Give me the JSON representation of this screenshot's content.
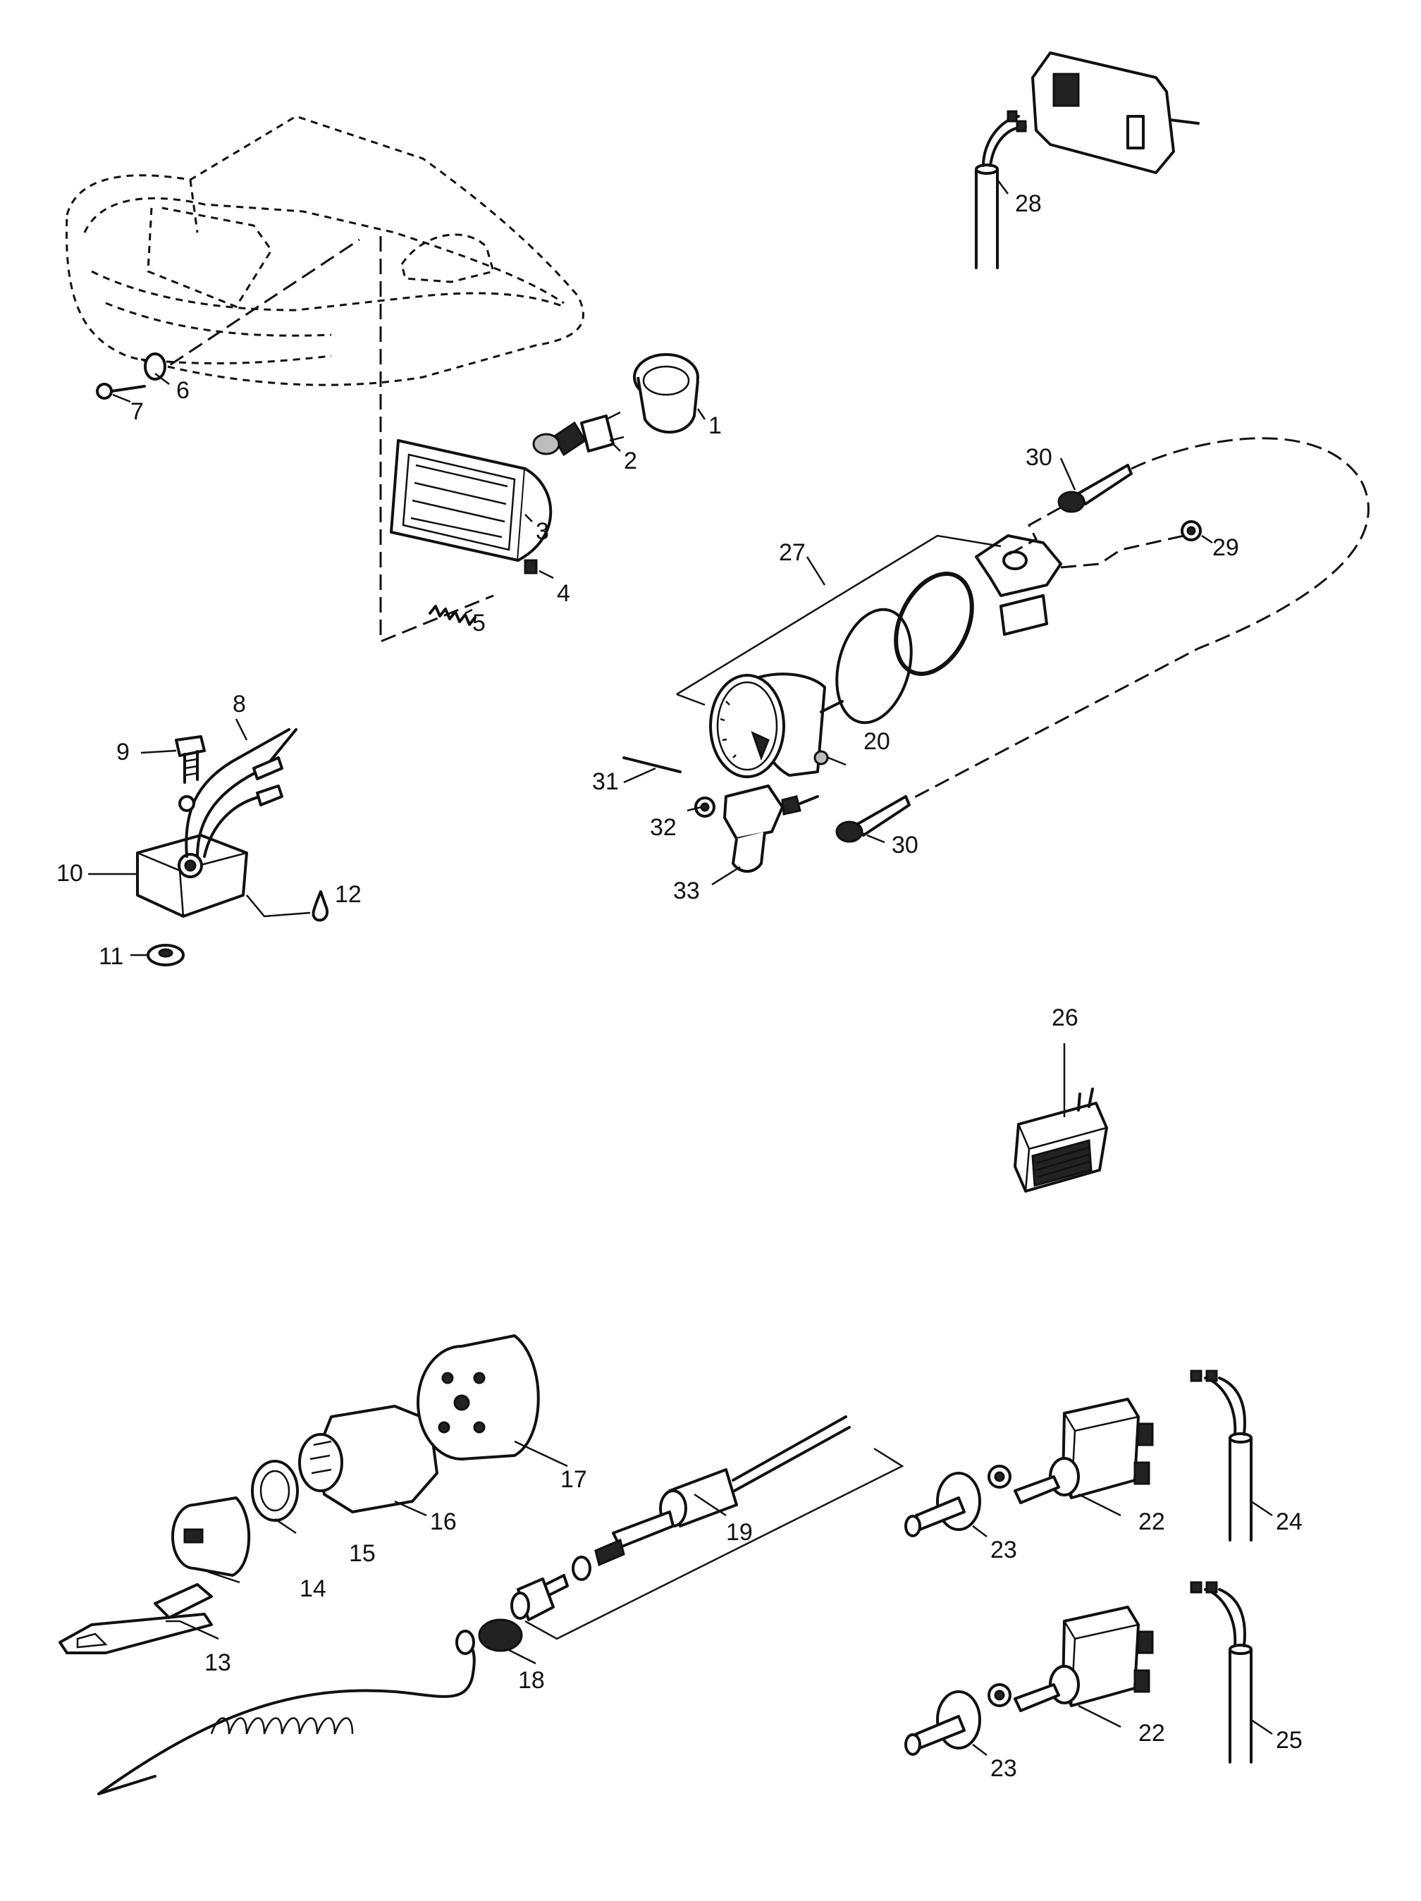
{
  "callouts": [
    {
      "id": "c1",
      "text": "1"
    },
    {
      "id": "c2",
      "text": "2"
    },
    {
      "id": "c3",
      "text": "3"
    },
    {
      "id": "c4",
      "text": "4"
    },
    {
      "id": "c5",
      "text": "5"
    },
    {
      "id": "c6",
      "text": "6"
    },
    {
      "id": "c7",
      "text": "7"
    },
    {
      "id": "c8",
      "text": "8"
    },
    {
      "id": "c9",
      "text": "9"
    },
    {
      "id": "c10",
      "text": "10"
    },
    {
      "id": "c11",
      "text": "11"
    },
    {
      "id": "c12",
      "text": "12"
    },
    {
      "id": "c13",
      "text": "13"
    },
    {
      "id": "c14",
      "text": "14"
    },
    {
      "id": "c15",
      "text": "15"
    },
    {
      "id": "c16",
      "text": "16"
    },
    {
      "id": "c17",
      "text": "17"
    },
    {
      "id": "c18",
      "text": "18"
    },
    {
      "id": "c19",
      "text": "19"
    },
    {
      "id": "c20",
      "text": "20"
    },
    {
      "id": "c22a",
      "text": "22"
    },
    {
      "id": "c22b",
      "text": "22"
    },
    {
      "id": "c23a",
      "text": "23"
    },
    {
      "id": "c23b",
      "text": "23"
    },
    {
      "id": "c24",
      "text": "24"
    },
    {
      "id": "c25",
      "text": "25"
    },
    {
      "id": "c26",
      "text": "26"
    },
    {
      "id": "c27",
      "text": "27"
    },
    {
      "id": "c28",
      "text": "28"
    },
    {
      "id": "c29",
      "text": "29"
    },
    {
      "id": "c30a",
      "text": "30"
    },
    {
      "id": "c30b",
      "text": "30"
    },
    {
      "id": "c31",
      "text": "31"
    },
    {
      "id": "c32",
      "text": "32"
    },
    {
      "id": "c33",
      "text": "33"
    }
  ]
}
